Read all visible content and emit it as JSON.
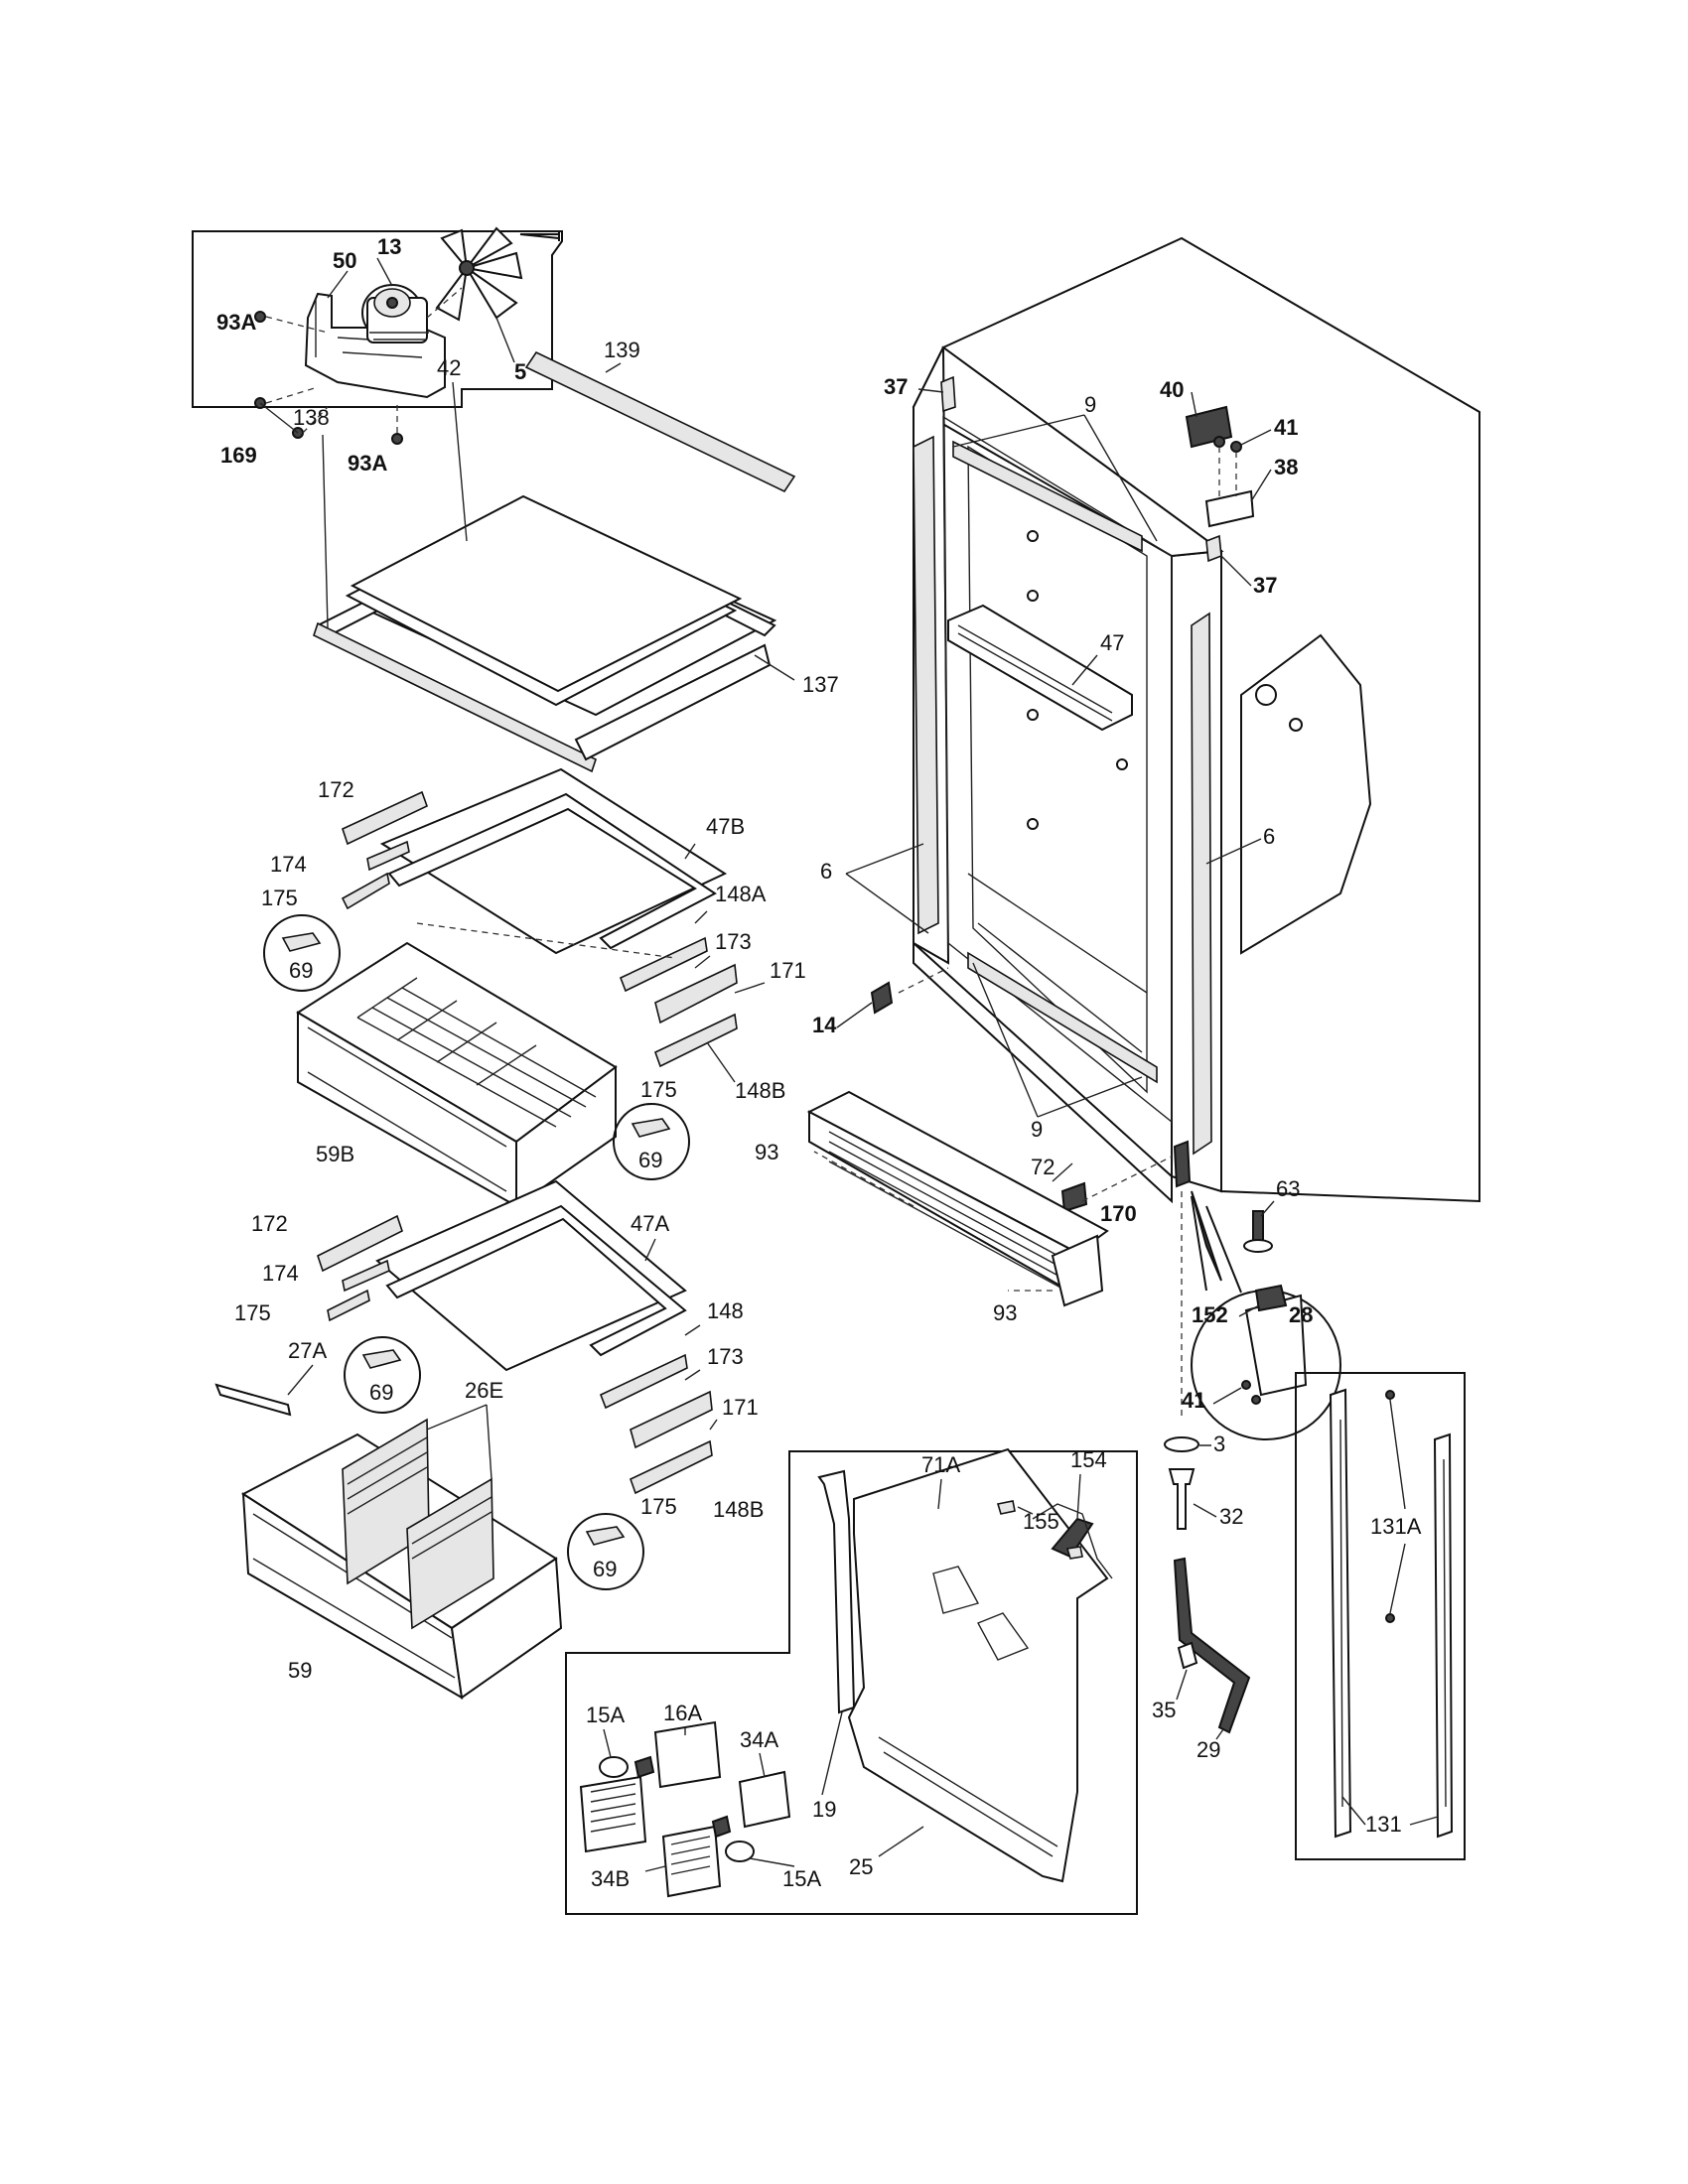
{
  "labels": {
    "l93A_1": "93A",
    "l50": "50",
    "l13": "13",
    "l5": "5",
    "l169": "169",
    "l93A_2": "93A",
    "l42": "42",
    "l139": "139",
    "l138": "138",
    "l137": "137",
    "l172_1": "172",
    "l47B": "47B",
    "l174_1": "174",
    "l175_1": "175",
    "l148A": "148A",
    "l69_1": "69",
    "l173_1": "173",
    "l171_1": "171",
    "l175_2": "175",
    "l148B_1": "148B",
    "l59B": "59B",
    "l69_2": "69",
    "l172_2": "172",
    "l47A": "47A",
    "l174_2": "174",
    "l175_3": "175",
    "l148": "148",
    "l173_2": "173",
    "l27A": "27A",
    "l69_3": "69",
    "l26E": "26E",
    "l171_2": "171",
    "l175_4": "175",
    "l148B_2": "148B",
    "l69_4": "69",
    "l59": "59",
    "l37_1": "37",
    "l9_1": "9",
    "l40": "40",
    "l41_1": "41",
    "l38": "38",
    "l37_2": "37",
    "l47": "47",
    "l6_1": "6",
    "l6_2": "6",
    "l14": "14",
    "l9_2": "9",
    "l93_1": "93",
    "l72": "72",
    "l170": "170",
    "l93_2": "93",
    "l63": "63",
    "l152": "152",
    "l28": "28",
    "l41_2": "41",
    "l3": "3",
    "l32": "32",
    "l35": "35",
    "l29": "29",
    "l71A": "71A",
    "l154": "154",
    "l155": "155",
    "l19": "19",
    "l25": "25",
    "l15A_1": "15A",
    "l16A": "16A",
    "l34A": "34A",
    "l34B": "34B",
    "l15A_2": "15A",
    "l131A": "131A",
    "l131": "131"
  }
}
